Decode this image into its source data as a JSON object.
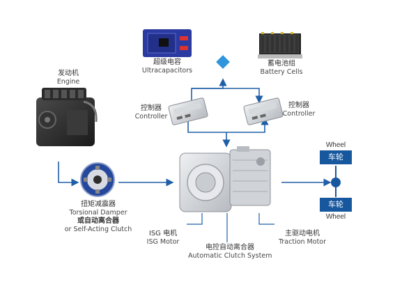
{
  "components": {
    "ultracapacitors": {
      "zh": "超级电容",
      "en": "Ultracapacitors"
    },
    "battery": {
      "zh": "蓄电池组",
      "en": "Battery Cells"
    },
    "controller_left": {
      "zh": "控制器",
      "en": "Controller"
    },
    "controller_right": {
      "zh": "控制器",
      "en": "Controller"
    },
    "engine": {
      "zh": "发动机",
      "en": "Engine"
    },
    "damper": {
      "zh1": "扭矩减震器",
      "en1": "Torsional Damper",
      "zh2": "或自动离合器",
      "en2": "or Self-Acting Clutch"
    },
    "isg_motor": {
      "zh": "ISG 电机",
      "en": "ISG Motor"
    },
    "clutch_system": {
      "zh": "电控自动离合器",
      "en": "Automatic Clutch System"
    },
    "traction_motor": {
      "zh": "主驱动电机",
      "en": "Traction Motor"
    }
  },
  "wheels": {
    "top_label": "Wheel",
    "top_box": "车轮",
    "bottom_box": "车轮",
    "bottom_label": "Wheel"
  },
  "colors": {
    "arrow": "#1f5fa8",
    "diamond": "#2f95dc",
    "wheel_box": "#17579e",
    "machine_metal": "#c9ccd0"
  }
}
